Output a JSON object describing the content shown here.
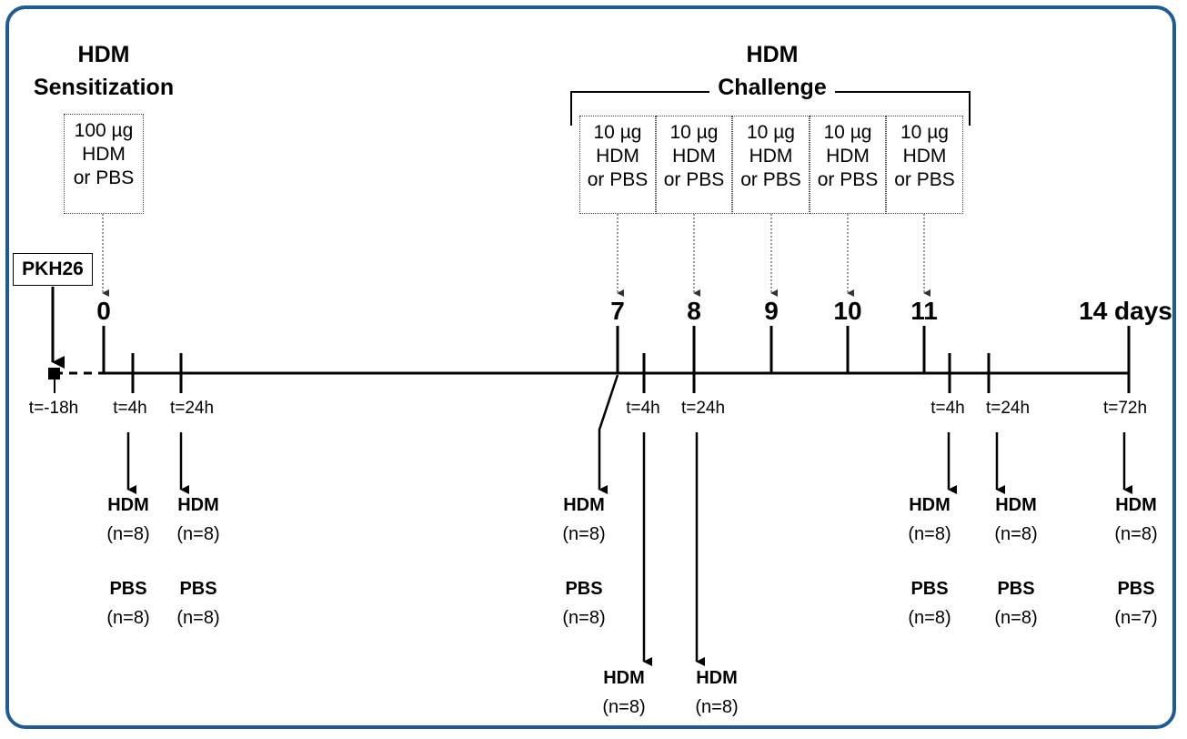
{
  "headings": {
    "sensitization_line1": "HDM",
    "sensitization_line2": "Sensitization",
    "challenge_line1": "HDM",
    "challenge_line2": "Challenge"
  },
  "sensitization_dose": {
    "line1": "100 µg",
    "line2": "HDM",
    "line3": "or PBS"
  },
  "challenge_dose": {
    "line1": "10 µg",
    "line2": "HDM",
    "line3": "or PBS"
  },
  "tracer": "PKH26",
  "day_ticks": [
    "0",
    "7",
    "8",
    "9",
    "10",
    "11",
    "14 days"
  ],
  "timepoints": {
    "pre": "t=-18h",
    "s4": "t=4h",
    "s24": "t=24h",
    "c4": "t=4h",
    "c24": "t=24h",
    "e4": "t=4h",
    "e24": "t=24h",
    "e72": "t=72h"
  },
  "groups": {
    "hdm": "HDM",
    "pbs": "PBS",
    "n8": "(n=8)",
    "n7": "(n=7)"
  },
  "colors": {
    "frame": "#1f5c95"
  }
}
